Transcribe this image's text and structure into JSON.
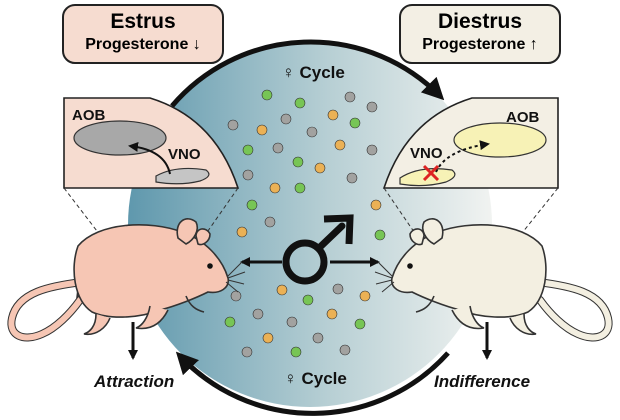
{
  "left_box": {
    "title": "Estrus",
    "hormone": "Progesterone ↓",
    "fill": "#f6dcd0"
  },
  "right_box": {
    "title": "Diestrus",
    "hormone": "Progesterone ↑",
    "fill": "#f3efe4"
  },
  "cycle_label_top": "♀ Cycle",
  "cycle_label_bottom": "♀ Cycle",
  "left_brain": {
    "aob": "AOB",
    "vno": "VNO"
  },
  "right_brain": {
    "aob": "AOB",
    "vno": "VNO"
  },
  "left_outcome": "Attraction",
  "right_outcome": "Indifference",
  "colors": {
    "circle_left": "#5f98ad",
    "circle_right": "#f1f3f1",
    "dot_green": "#77c555",
    "dot_orange": "#ebb155",
    "dot_gray": "#a2a2a0",
    "mouse_left": "#f6c6b4",
    "mouse_right": "#f3efe1",
    "block_x": "#dd2222"
  }
}
